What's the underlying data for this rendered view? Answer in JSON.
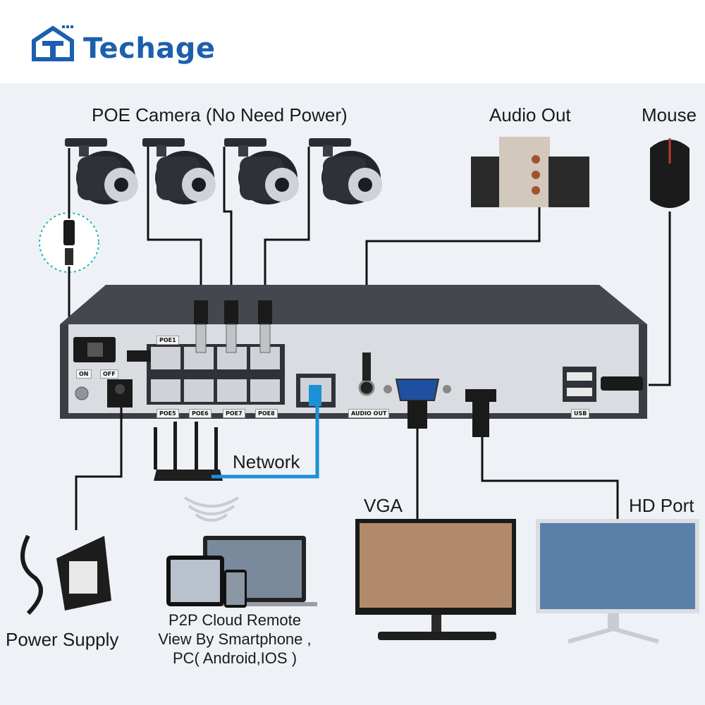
{
  "brand": {
    "name": "Techage"
  },
  "labels": {
    "poe_camera": "POE Camera (No Need Power)",
    "audio_out": "Audio Out",
    "mouse": "Mouse",
    "network": "Network",
    "vga": "VGA",
    "hd_port": "HD Port",
    "power_supply": "Power Supply",
    "p2p_line1": "P2P Cloud Remote",
    "p2p_line2": "View By Smartphone ,",
    "p2p_line3": "PC( Android,IOS )"
  },
  "ports": {
    "poe1": "POE1",
    "poe5": "POE5",
    "poe6": "POE6",
    "poe7": "POE7",
    "poe8": "POE8",
    "audio_out": "AUDIO OUT",
    "usb": "USB",
    "on": "ON",
    "off": "OFF"
  },
  "colors": {
    "brand": "#1d5fae",
    "panel": "#eef2f7",
    "nvr_body": "#3a3d42",
    "nvr_face": "#d9dce0",
    "network_cable": "#1e90d6",
    "cable": "#111111"
  }
}
